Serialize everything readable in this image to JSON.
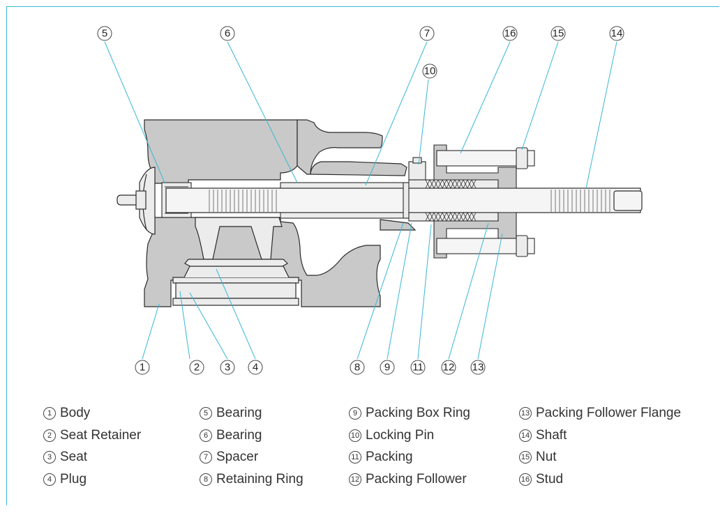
{
  "colors": {
    "frame": "#39b6d4",
    "leader": "#39b6d4",
    "body_fill": "#c9c9c9",
    "part_fill": "#ececec",
    "outline": "#2a2a2a"
  },
  "callouts": [
    {
      "n": "⑤",
      "label": "5"
    },
    {
      "n": "⑥",
      "label": "6"
    },
    {
      "n": "⑦",
      "label": "7"
    },
    {
      "n": "⑯",
      "label": "16"
    },
    {
      "n": "⑮",
      "label": "15"
    },
    {
      "n": "⑭",
      "label": "14"
    },
    {
      "n": "⑩",
      "label": "10"
    },
    {
      "n": "①",
      "label": "1"
    },
    {
      "n": "②",
      "label": "2"
    },
    {
      "n": "③",
      "label": "3"
    },
    {
      "n": "④",
      "label": "4"
    },
    {
      "n": "⑧",
      "label": "8"
    },
    {
      "n": "⑨",
      "label": "9"
    },
    {
      "n": "⑪",
      "label": "11"
    },
    {
      "n": "⑫",
      "label": "12"
    },
    {
      "n": "⑬",
      "label": "13"
    }
  ],
  "legend": [
    [
      {
        "num": "1",
        "text": "Body"
      },
      {
        "num": "2",
        "text": "Seat Retainer"
      },
      {
        "num": "3",
        "text": "Seat"
      },
      {
        "num": "4",
        "text": "Plug"
      }
    ],
    [
      {
        "num": "5",
        "text": "Bearing"
      },
      {
        "num": "6",
        "text": "Bearing"
      },
      {
        "num": "7",
        "text": "Spacer"
      },
      {
        "num": "8",
        "text": "Retaining Ring"
      }
    ],
    [
      {
        "num": "9",
        "text": "Packing Box Ring"
      },
      {
        "num": "10",
        "text": "Locking Pin"
      },
      {
        "num": "11",
        "text": "Packing"
      },
      {
        "num": "12",
        "text": "Packing Follower"
      }
    ],
    [
      {
        "num": "13",
        "text": "Packing Follower Flange"
      },
      {
        "num": "14",
        "text": "Shaft"
      },
      {
        "num": "15",
        "text": "Nut"
      },
      {
        "num": "16",
        "text": "Stud"
      }
    ]
  ]
}
